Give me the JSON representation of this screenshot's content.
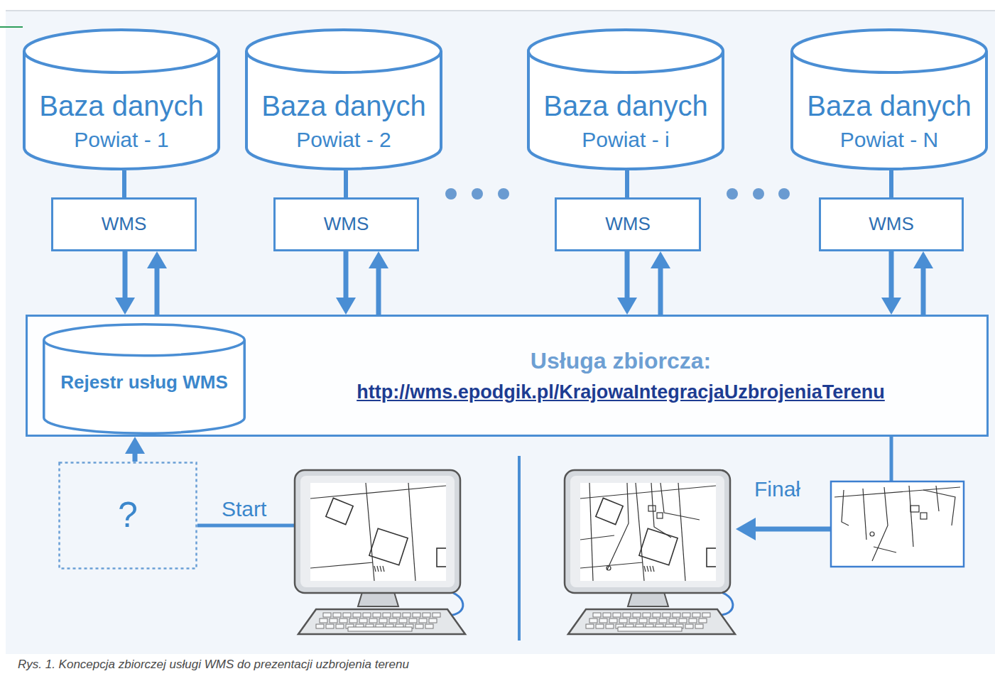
{
  "diagram": {
    "caption": "Rys. 1. Koncepcja zbiorczej usługi WMS do prezentacji uzbrojenia terenu",
    "nodes": [
      {
        "text": [
          "Baza danych",
          "Powiat - 1"
        ]
      },
      {
        "text": [
          "Baza danych",
          "Powiat - 2"
        ]
      },
      {
        "text": [
          "Baza danych",
          "Powiat - i"
        ]
      },
      {
        "text": [
          "Baza danych",
          "Powiat - N"
        ]
      },
      {
        "text": [
          "WMS"
        ]
      },
      {
        "text": [
          "WMS"
        ]
      },
      {
        "text": [
          "WMS"
        ]
      },
      {
        "text": [
          "WMS"
        ]
      },
      {
        "text": [
          "Usługa zbiorcza:",
          "http://wms.epodgik.pl/KrajowaIntegracjaUzbrojeniaTerenu"
        ]
      },
      {
        "text": [
          "Rejestr usług WMS"
        ],
        "in": 8
      },
      {
        "text": [
          "?"
        ]
      }
    ],
    "edges": [
      {
        "from": 0,
        "to": 4,
        "arrow": "none"
      },
      {
        "from": 1,
        "to": 5,
        "arrow": "none"
      },
      {
        "from": 2,
        "to": 6,
        "arrow": "none"
      },
      {
        "from": 3,
        "to": 7,
        "arrow": "none"
      },
      {
        "from": 4,
        "to": 8,
        "arrow": "to"
      },
      {
        "from": 5,
        "to": 8,
        "arrow": "to"
      },
      {
        "from": 6,
        "to": 8,
        "arrow": "to"
      },
      {
        "from": 7,
        "to": 8,
        "arrow": "to"
      },
      {
        "from": 8,
        "to": 4,
        "arrow": "to"
      },
      {
        "from": 8,
        "to": 5,
        "arrow": "to"
      },
      {
        "from": 8,
        "to": 6,
        "arrow": "to"
      },
      {
        "from": 8,
        "to": 7,
        "arrow": "to"
      },
      {
        "from": 10,
        "to": 8,
        "arrow": "to"
      }
    ],
    "labels": [
      "Start",
      "Finał"
    ]
  }
}
